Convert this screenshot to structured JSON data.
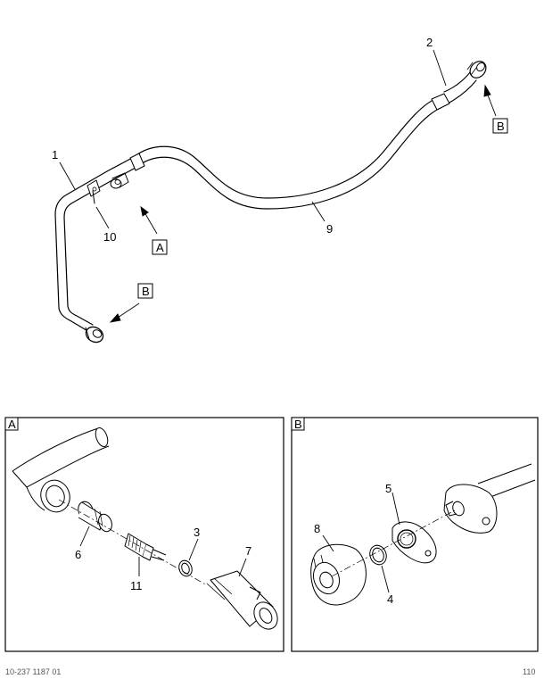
{
  "callouts": {
    "c1": "1",
    "c2": "2",
    "c3": "3",
    "c4": "4",
    "c5": "5",
    "c6": "6",
    "c7": "7",
    "c8": "8",
    "c9": "9",
    "c10": "10",
    "c11": "11"
  },
  "view_refs": {
    "a_main": "A",
    "b_main_top": "B",
    "b_main_left": "B",
    "a_panel": "A",
    "b_panel": "B"
  },
  "footer": {
    "left": "10-237 1187 01",
    "right": "110"
  }
}
